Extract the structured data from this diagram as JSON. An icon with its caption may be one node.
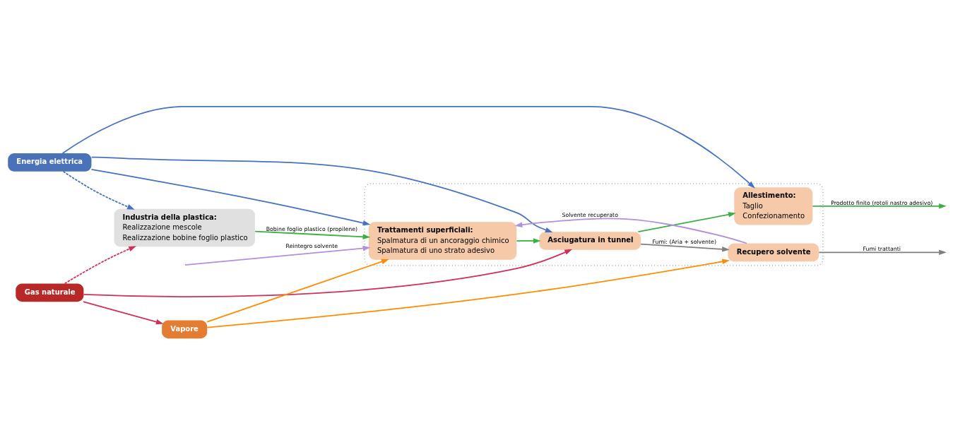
{
  "diagram": {
    "nodes": [
      {
        "text": [
          "Energia elettrica"
        ]
      },
      {
        "text": [
          "Gas naturale"
        ]
      },
      {
        "text": [
          "Vapore"
        ]
      },
      {
        "text": [],
        "shape": "box"
      },
      {
        "text": [
          "Industria della plastica:",
          "Realizzazione mescole",
          "Realizzazione bobine foglio plastico"
        ]
      },
      {
        "text": [
          "Trattamenti superficiali:",
          "Spalmatura di un ancoraggio chimico",
          "Spalmatura di uno strato adesivo"
        ],
        "in": 3
      },
      {
        "text": [
          "Asciugatura in tunnel"
        ],
        "in": 3
      },
      {
        "text": [
          "Allestimento:",
          "Taglio",
          "Confezionamento"
        ],
        "in": 3
      },
      {
        "text": [
          "Recupero solvente"
        ],
        "in": 3
      }
    ],
    "edges": [
      {
        "from": 0,
        "to": 4,
        "arrow": "to",
        "style": "dashed",
        "color": "#4472c4"
      },
      {
        "from": 1,
        "to": 4,
        "arrow": "to",
        "style": "dashed",
        "color": "#d0305a"
      },
      {
        "from": 1,
        "to": 2,
        "arrow": "to",
        "color": "#d0305a"
      },
      {
        "from": 0,
        "to": 5,
        "arrow": "to",
        "color": "#4472c4"
      },
      {
        "from": 0,
        "to": 6,
        "arrow": "to",
        "color": "#4472c4"
      },
      {
        "from": 0,
        "to": 7,
        "arrow": "to",
        "color": "#4472c4"
      },
      {
        "from": 1,
        "to": 6,
        "arrow": "to",
        "color": "#d0305a"
      },
      {
        "from": 2,
        "to": 5,
        "arrow": "to",
        "color": "#ff8c00"
      },
      {
        "from": 2,
        "to": 8,
        "arrow": "to",
        "color": "#ff8c00"
      },
      {
        "from": 4,
        "to": 5,
        "arrow": "to",
        "label": "Bobine foglio plastico (propilene)",
        "color": "#3cb043"
      },
      {
        "from": 5,
        "to": 6,
        "arrow": "to",
        "color": "#3cb043"
      },
      {
        "from": 6,
        "to": 7,
        "arrow": "to",
        "color": "#3cb043"
      },
      {
        "from": 7,
        "to": null,
        "arrow": "to",
        "label": "Prodotto finito (rotoli nastro adesivo)",
        "color": "#3cb043"
      },
      {
        "from": 6,
        "to": 8,
        "arrow": "to",
        "label": "Fumi: (Aria + solvente)",
        "color": "#7f7f7f"
      },
      {
        "from": 8,
        "to": 5,
        "arrow": "to",
        "label": "Solvente recuperato",
        "color": "#b48ee0"
      },
      {
        "from": null,
        "to": 5,
        "arrow": "to",
        "label": "Reintegro solvente",
        "color": "#b48ee0"
      },
      {
        "from": 8,
        "to": null,
        "arrow": "to",
        "label": "Fumi trattanti",
        "color": "#7f7f7f"
      }
    ]
  }
}
